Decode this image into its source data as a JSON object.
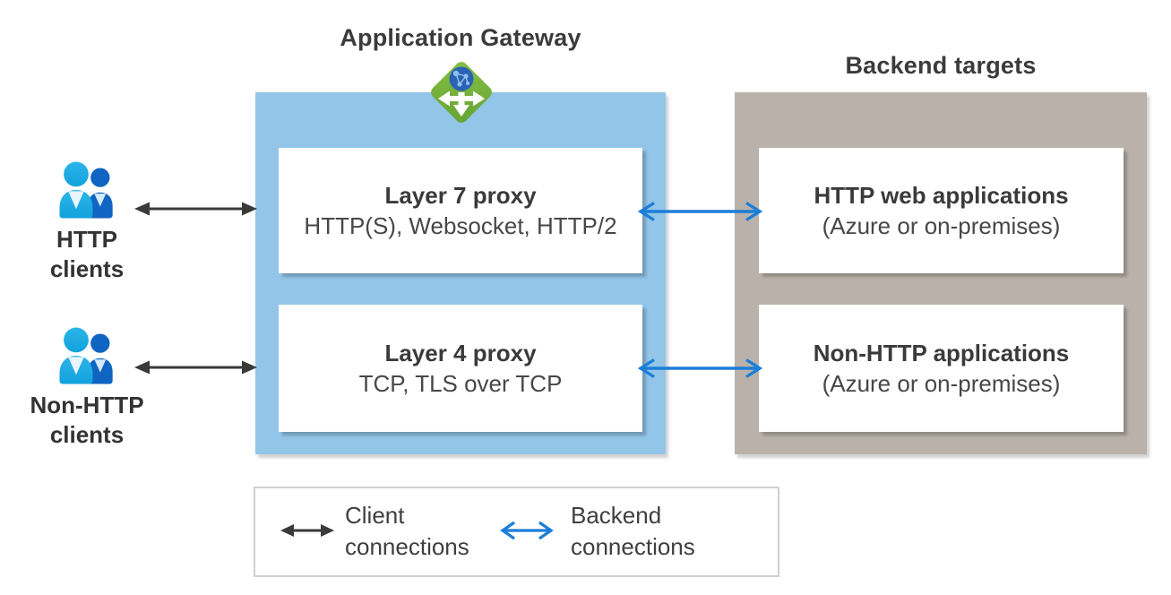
{
  "gateway": {
    "title": "Application Gateway",
    "icon": "application-gateway-icon",
    "fill_color": "#92c5e8",
    "proxies": [
      {
        "name": "Layer 7 proxy",
        "protocols": "HTTP(S), Websocket, HTTP/2"
      },
      {
        "name": "Layer 4 proxy",
        "protocols": "TCP, TLS over TCP"
      }
    ]
  },
  "backend": {
    "title": "Backend targets",
    "fill_color": "#bab2aa",
    "targets": [
      {
        "name": "HTTP web applications",
        "location": "(Azure or on-premises)"
      },
      {
        "name": "Non-HTTP applications",
        "location": "(Azure or on-premises)"
      }
    ]
  },
  "clients": [
    {
      "icon": "users-icon",
      "label_line1": "HTTP",
      "label_line2": "clients"
    },
    {
      "icon": "users-icon",
      "label_line1": "Non-HTTP",
      "label_line2": "clients"
    }
  ],
  "legend": {
    "items": [
      {
        "arrow_icon": "client-connection-arrow",
        "arrow_color": "#3a3a3a",
        "label_line1": "Client",
        "label_line2": "connections"
      },
      {
        "arrow_icon": "backend-connection-arrow",
        "arrow_color": "#1b7ed8",
        "label_line1": "Backend",
        "label_line2": "connections"
      }
    ]
  },
  "colors": {
    "gateway_panel": "#92c5e8",
    "backend_panel": "#bab2aa",
    "client_arrow": "#3a3a3a",
    "backend_arrow": "#1b7ed8",
    "icon_green": "#76b03d",
    "icon_globe_blue": "#2a63b5",
    "heading_text": "#3b3b3b"
  }
}
